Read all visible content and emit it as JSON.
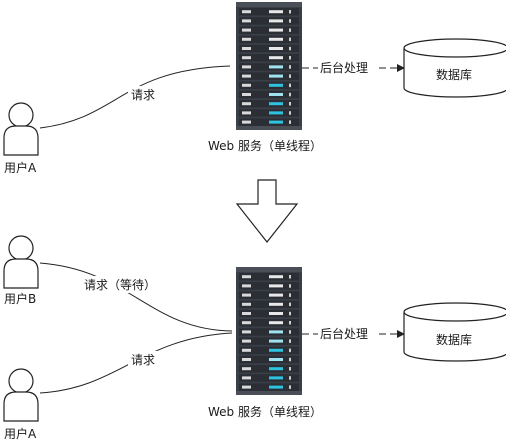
{
  "top": {
    "user_label": "用户A",
    "request_label": "请求",
    "server_label": "Web 服务（单线程）",
    "process_label": "后台处理",
    "db_label": "数据库"
  },
  "transition": {
    "icon": "down-arrow-icon"
  },
  "bottom": {
    "user_b_label": "用户B",
    "user_a_label": "用户A",
    "request_wait_label": "请求（等待）",
    "request_label": "请求",
    "server_label": "Web 服务（单线程）",
    "process_label": "后台处理",
    "db_label": "数据库"
  },
  "colors": {
    "server_body": "#3a3f47",
    "server_slot": "#2b2f35",
    "led_white": "#e8e8e8",
    "led_cyan": "#2ec4e0",
    "led_light_cyan": "#9fe3ee",
    "line": "#222222"
  }
}
